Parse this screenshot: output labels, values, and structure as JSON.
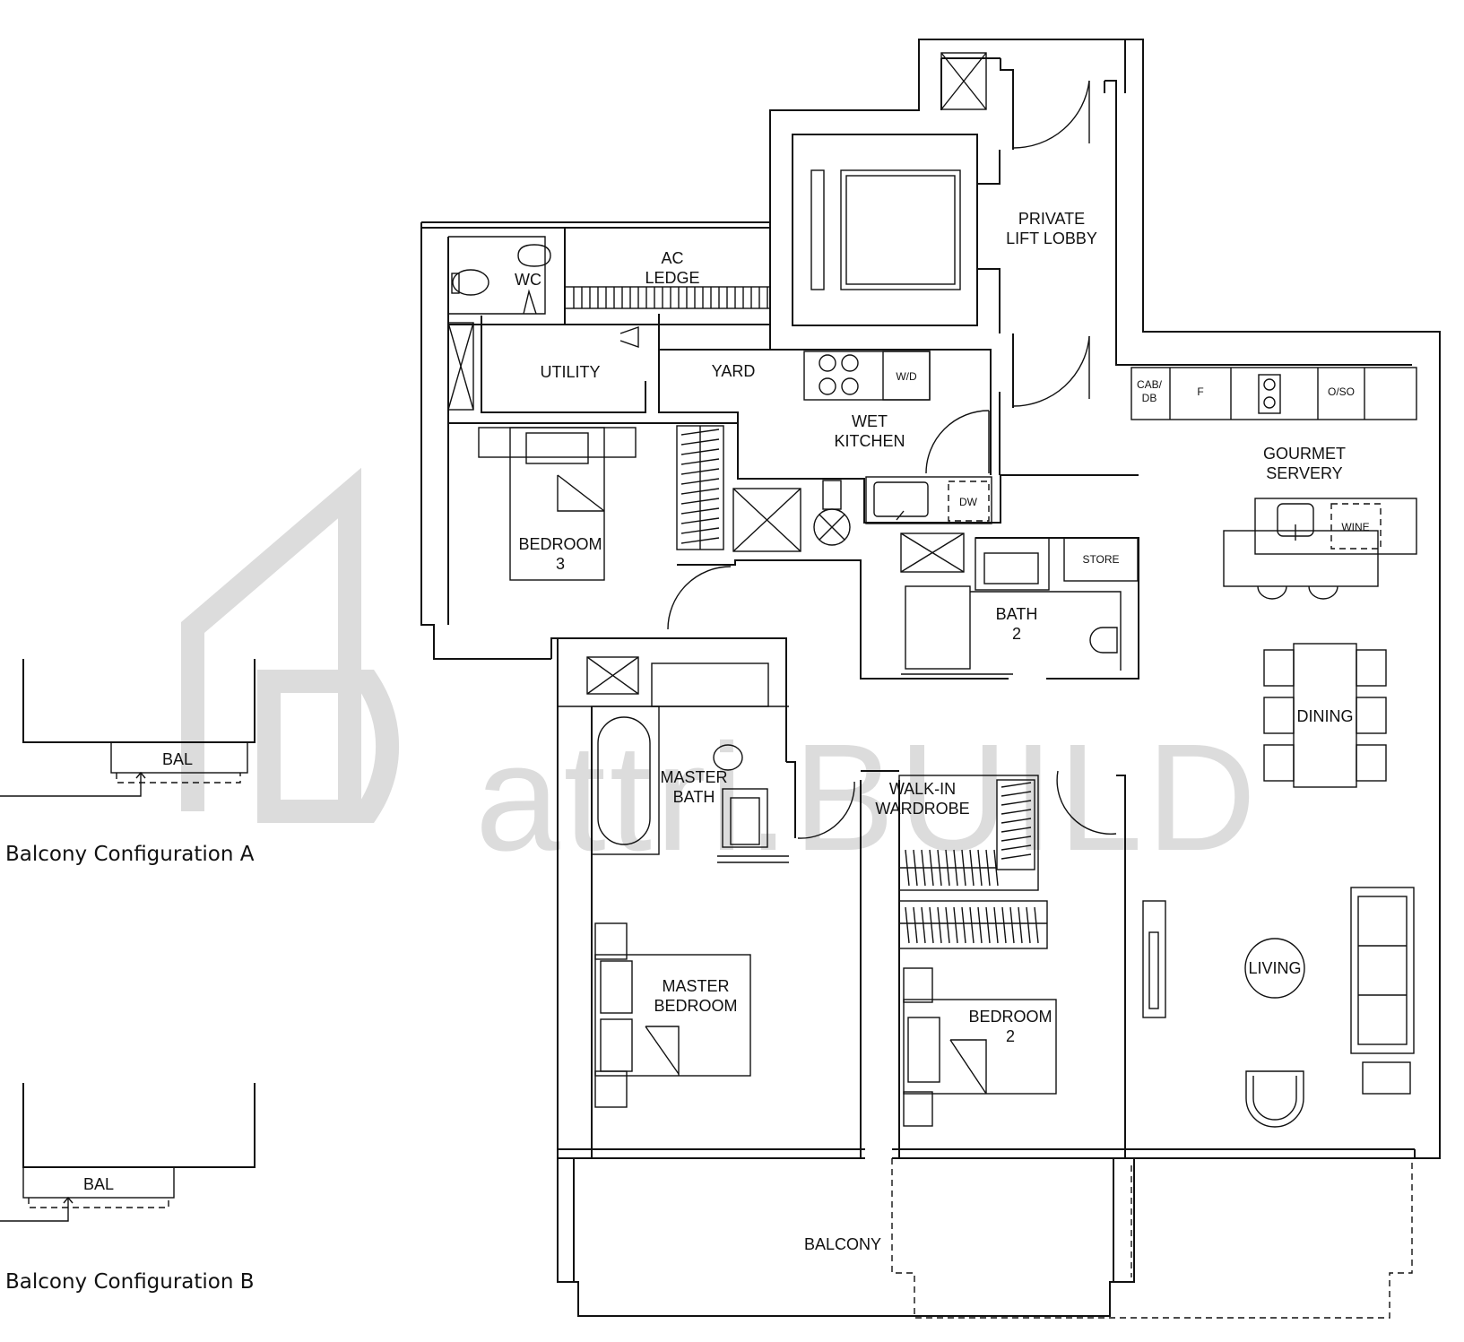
{
  "watermark": {
    "brand": "attri.BUILD"
  },
  "rooms": {
    "wc": "WC",
    "ac_ledge": [
      "AC",
      "LEDGE"
    ],
    "private_lift_lobby": [
      "PRIVATE",
      "LIFT LOBBY"
    ],
    "utility": "UTILITY",
    "yard": "YARD",
    "wd": "W/D",
    "wet_kitchen": [
      "WET",
      "KITCHEN"
    ],
    "cab_db": [
      "CAB/",
      "DB"
    ],
    "fridge": "F",
    "oven": "O/SO",
    "gourmet_servery": [
      "GOURMET",
      "SERVERY"
    ],
    "dw": "DW",
    "wine": "WINE",
    "store": "STORE",
    "bedroom3": [
      "BEDROOM",
      "3"
    ],
    "bath2": [
      "BATH",
      "2"
    ],
    "master_bath": [
      "MASTER",
      "BATH"
    ],
    "walk_in_wardrobe": [
      "WALK-IN",
      "WARDROBE"
    ],
    "dining": "DINING",
    "living": "LIVING",
    "master_bedroom": [
      "MASTER",
      "BEDROOM"
    ],
    "bedroom2": [
      "BEDROOM",
      "2"
    ],
    "balcony": "BALCONY"
  },
  "configs": {
    "a": {
      "bal": "BAL",
      "caption": "Balcony Configuration A"
    },
    "b": {
      "bal": "BAL",
      "caption": "Balcony Configuration B"
    }
  }
}
